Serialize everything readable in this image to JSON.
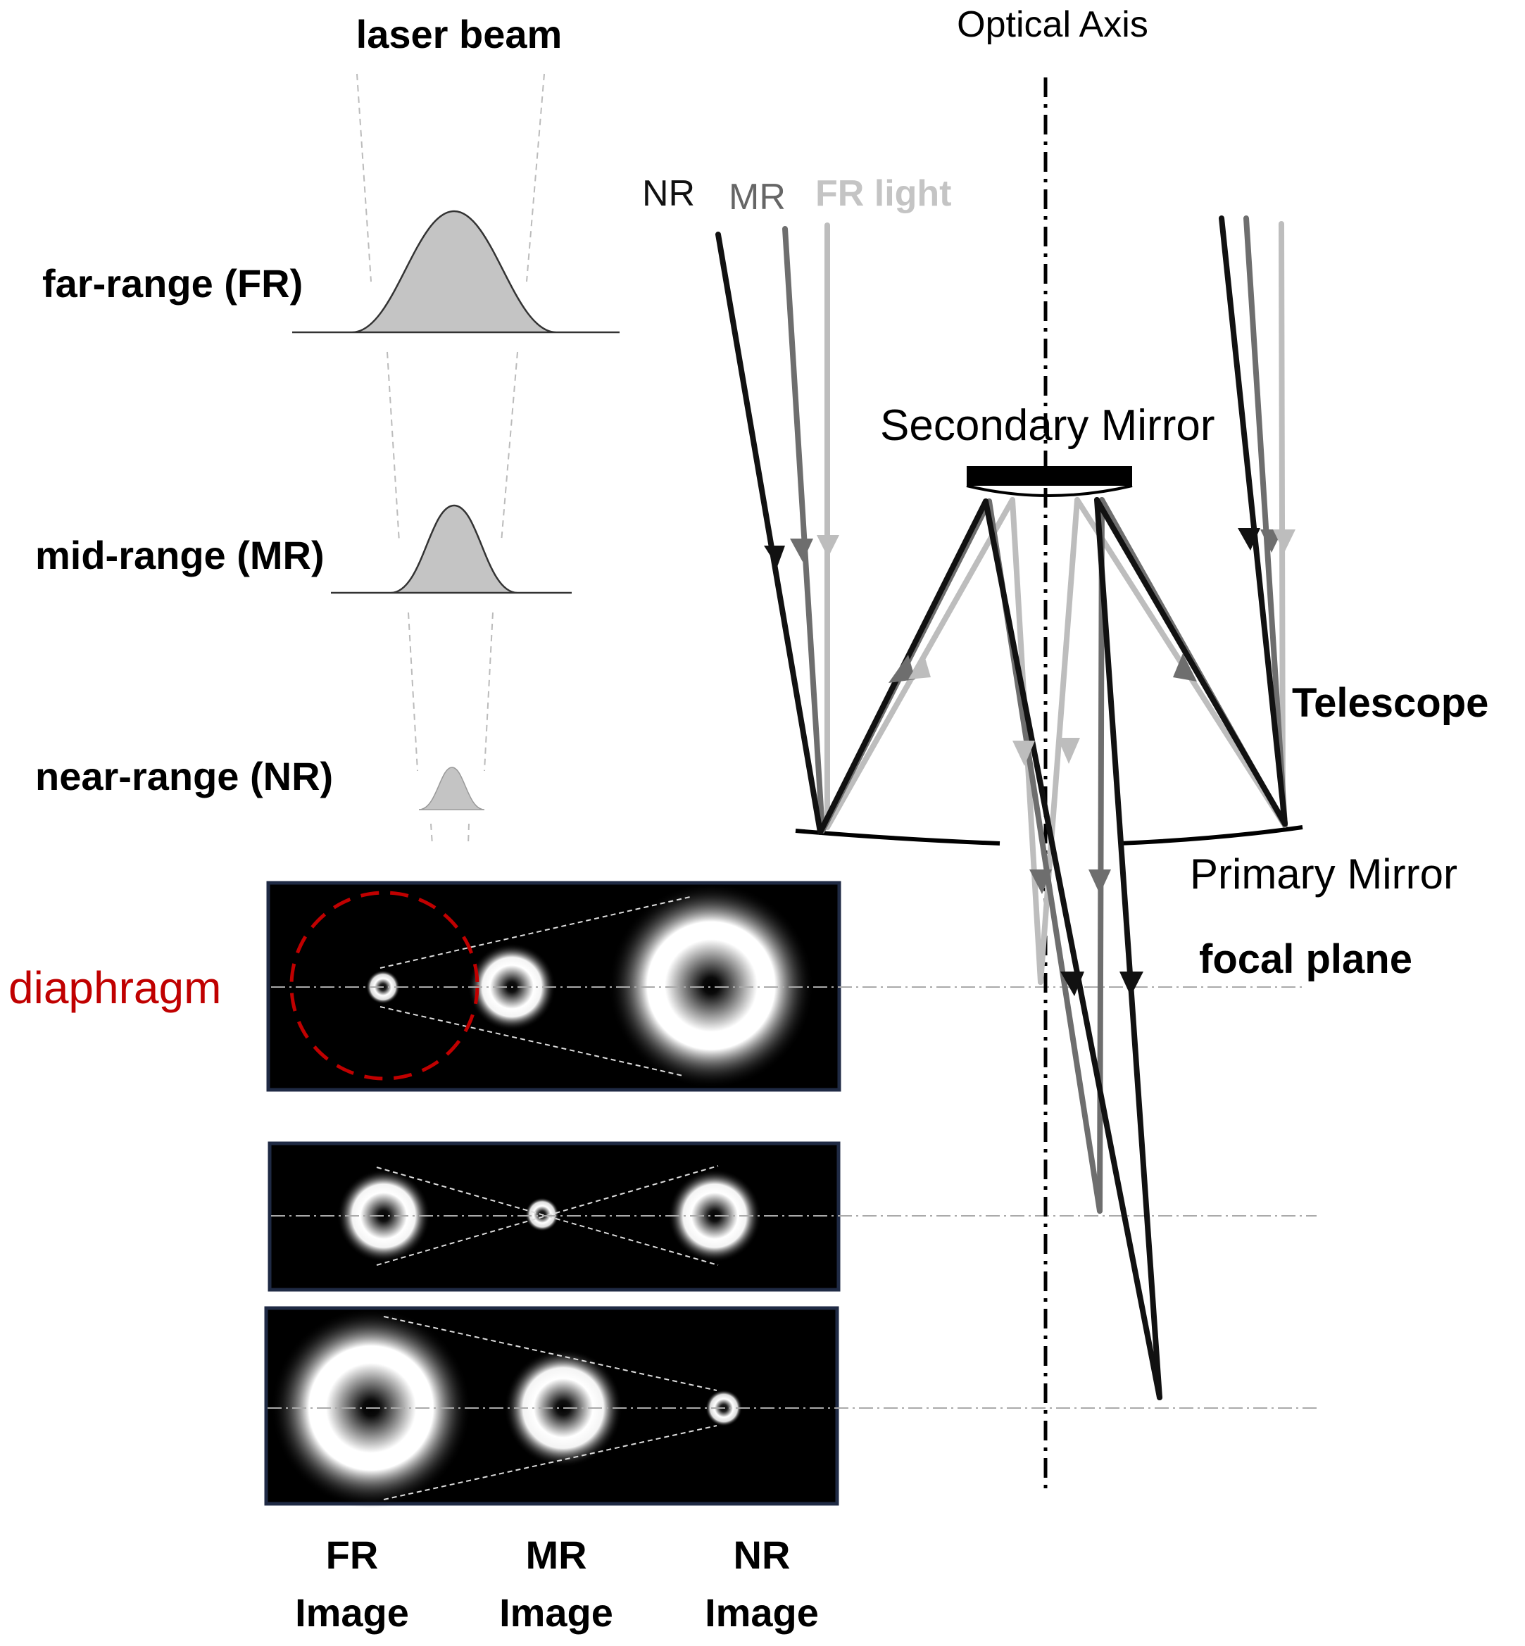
{
  "labels": {
    "laser_beam": "laser beam",
    "optical_axis": "Optical Axis",
    "far_range": "far-range (FR)",
    "mid_range": "mid-range (MR)",
    "near_range": "near-range (NR)",
    "nr": "NR",
    "mr": "MR",
    "fr_light": "FR light",
    "secondary_mirror": "Secondary Mirror",
    "telescope": "Telescope",
    "primary_mirror": "Primary Mirror",
    "focal_plane": "focal plane",
    "diaphragm": "diaphragm"
  },
  "image_labels": [
    {
      "line1": "FR",
      "line2": "Image"
    },
    {
      "line1": "MR",
      "line2": "Image"
    },
    {
      "line1": "NR",
      "line2": "Image"
    }
  ],
  "colors": {
    "nr_ray": "#111111",
    "mr_ray": "#6e6e6e",
    "fr_ray": "#bdbdbd",
    "diaphragm": "#c00000",
    "panel_border": "#1f2a44",
    "profile_fill": "#c4c4c4"
  }
}
